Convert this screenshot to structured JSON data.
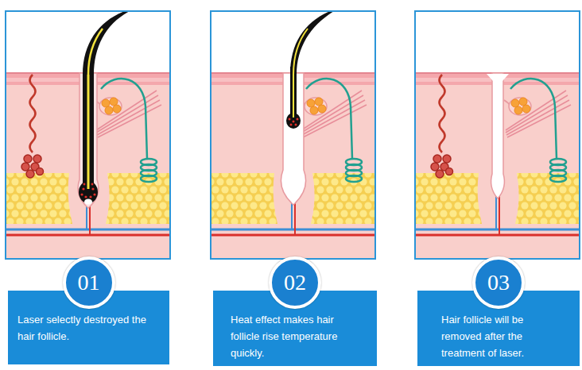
{
  "diagram": {
    "nodes": [
      {
        "text": [
          "Laser selectly destroyed the hair follicle."
        ]
      },
      {
        "text": [
          "01"
        ],
        "in": 0
      },
      {
        "text": [
          "Heat effect makes hair follicle rise temperature quickly."
        ]
      },
      {
        "text": [
          "02"
        ],
        "in": 2
      },
      {
        "text": [
          "Hair follicle will be removed after the treatment of laser."
        ]
      },
      {
        "text": [
          "03"
        ],
        "in": 4
      }
    ]
  }
}
